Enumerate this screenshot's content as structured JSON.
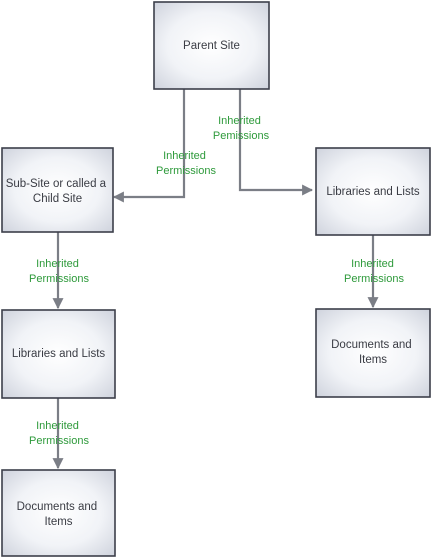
{
  "nodes": {
    "parent_site": {
      "lines": [
        "Parent Site"
      ]
    },
    "sub_site": {
      "lines": [
        "Sub-Site or called a",
        "Child Site"
      ]
    },
    "libraries_right": {
      "lines": [
        "Libraries and Lists"
      ]
    },
    "libraries_left": {
      "lines": [
        "Libraries and Lists"
      ]
    },
    "documents_right": {
      "lines": [
        "Documents and",
        "Items"
      ]
    },
    "documents_left": {
      "lines": [
        "Documents and",
        "Items"
      ]
    }
  },
  "edges": {
    "parent_to_sub": {
      "label": [
        "Inherited",
        "Permissions"
      ]
    },
    "parent_to_libraries": {
      "label": [
        "Inherited",
        "Pemissions"
      ]
    },
    "sub_to_libraries": {
      "label": [
        "Inherited",
        "Permissions"
      ]
    },
    "libraries_to_documents_left": {
      "label": [
        "Inherited",
        "Permissions"
      ]
    },
    "libraries_to_documents_right": {
      "label": [
        "Inherited",
        "Permissions"
      ]
    }
  },
  "colors": {
    "label_green": "#2e9a3b",
    "box_border": "#3c3f4a",
    "box_fill_light": "#ffffff",
    "box_fill_dark": "#cfd3dd",
    "connector": "#7b7e86",
    "text": "#3a3c44"
  }
}
